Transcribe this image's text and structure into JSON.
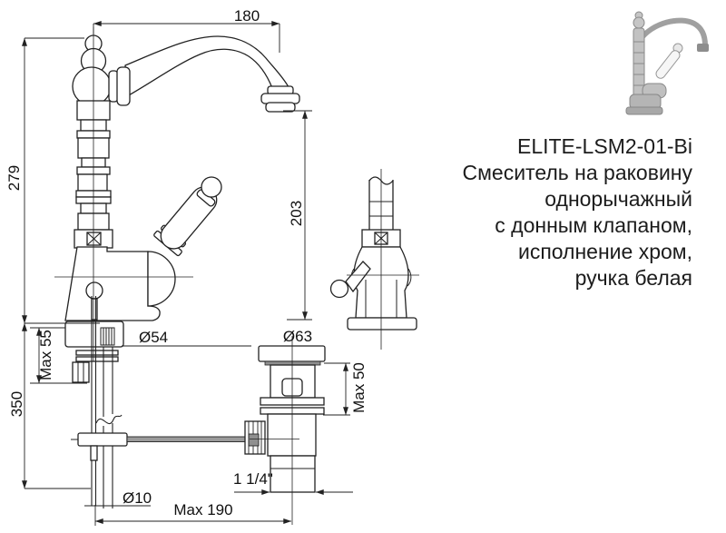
{
  "product": {
    "code": "ELITE-LSM2-01-Bi",
    "description_lines": [
      "Смеситель на раковину",
      "однорычажный",
      "с донным клапаном,",
      "исполнение хром,",
      "ручка белая"
    ]
  },
  "dimensions": {
    "spout_reach": "180",
    "total_height": "279",
    "spout_height": "203",
    "below_deck_depth": "350",
    "deck_thickness_max": "Max 55",
    "base_diameter": "Ø54",
    "drain_flange_diameter": "Ø63",
    "drain_deck_max": "Max 50",
    "drain_thread": "1 1/4\"",
    "rod_diameter": "Ø10",
    "linkage_reach_max": "Max 190"
  },
  "icons": {
    "aerator_symbol": "x-in-box",
    "break_symbol": "wavy-break-line"
  },
  "colors": {
    "line": "#222222",
    "text": "#1a1a1a",
    "fill_metal_light": "#c2c2c2",
    "fill_hatch": "#8f8f8f"
  }
}
